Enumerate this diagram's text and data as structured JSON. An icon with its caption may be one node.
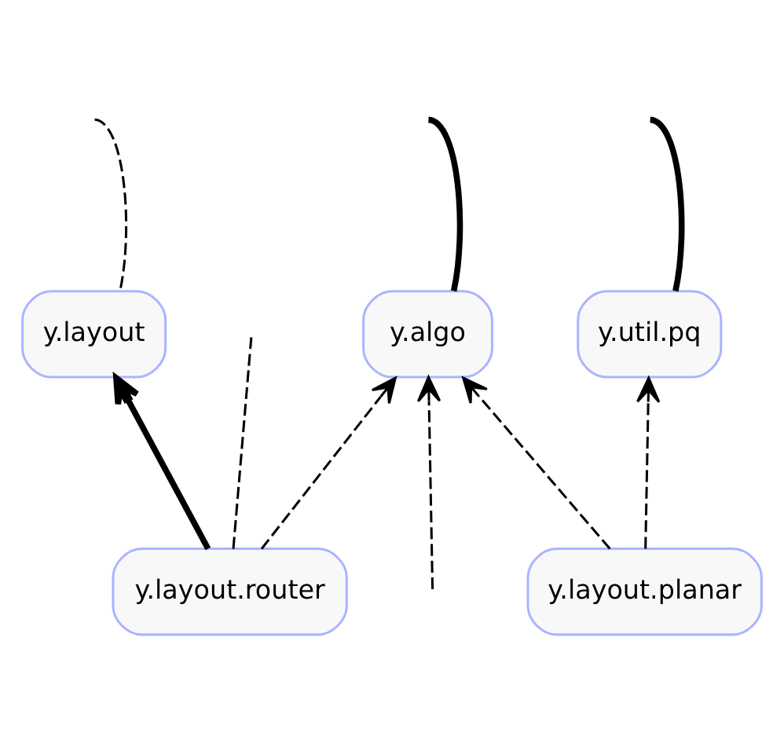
{
  "diagram": {
    "nodes": [
      {
        "text": [
          "y.algo"
        ]
      },
      {
        "text": [
          "y.util.pq"
        ]
      },
      {
        "text": [
          "y.layout"
        ]
      },
      {
        "text": [
          "y.layout.router"
        ]
      },
      {
        "text": [
          "y.layout.planar"
        ]
      }
    ],
    "edges": [
      {
        "from": null,
        "to": 0,
        "arrow": "to",
        "style": "dashed"
      },
      {
        "from": null,
        "to": 1,
        "arrow": "none",
        "style": "thick"
      },
      {
        "from": null,
        "to": 0,
        "arrow": "none",
        "style": "thick"
      },
      {
        "from": 3,
        "to": null,
        "arrow": "none",
        "style": "dashed"
      },
      {
        "from": 3,
        "to": 0,
        "arrow": "to",
        "style": "dashed"
      },
      {
        "from": 4,
        "to": 0,
        "arrow": "to",
        "style": "dashed"
      },
      {
        "from": 4,
        "to": 1,
        "arrow": "to",
        "style": "dashed"
      },
      {
        "from": 3,
        "to": 2,
        "arrow": "to",
        "style": "thick"
      },
      {
        "from": null,
        "to": 2,
        "arrow": "none",
        "style": "dashed"
      }
    ]
  }
}
